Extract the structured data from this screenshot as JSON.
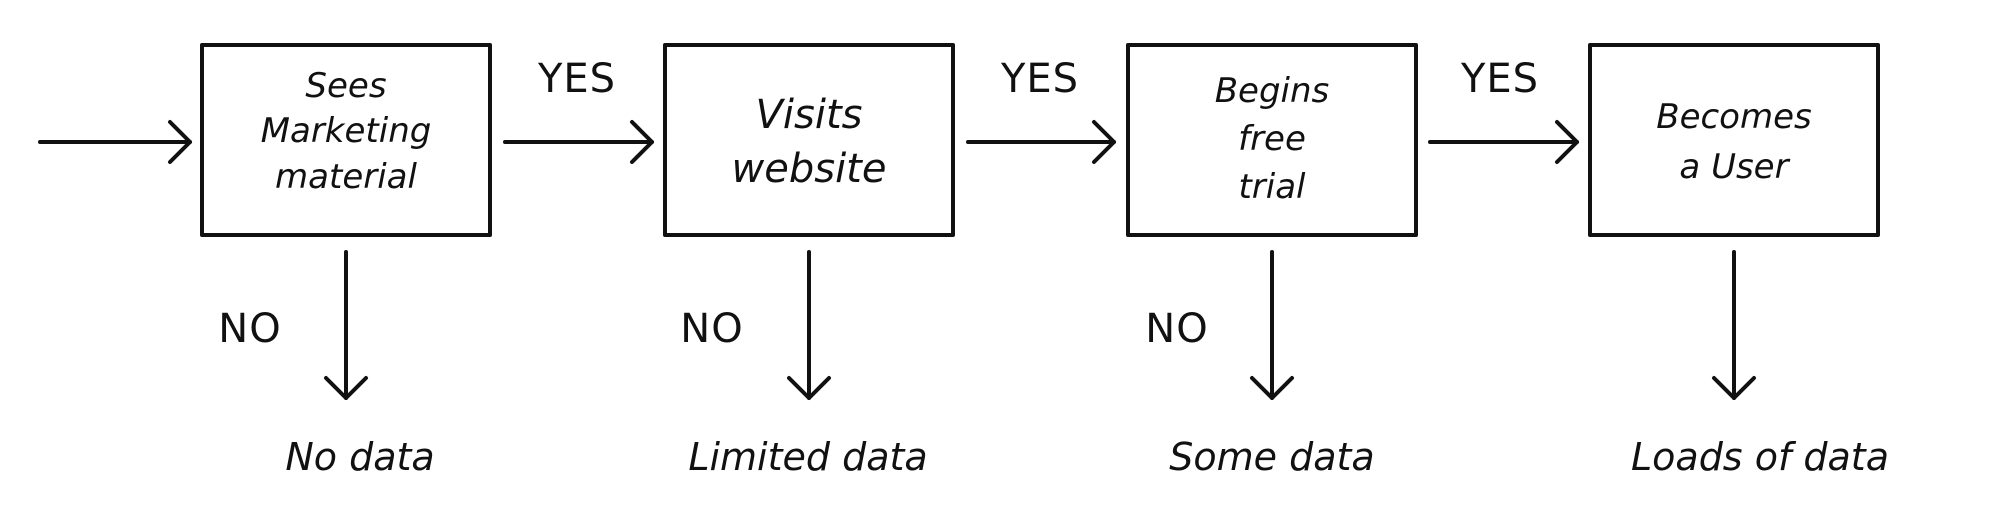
{
  "steps": [
    {
      "lines": [
        "Sees",
        "Marketing",
        "material"
      ]
    },
    {
      "lines": [
        "Visits",
        "website"
      ]
    },
    {
      "lines": [
        "Begins",
        "free",
        "trial"
      ]
    },
    {
      "lines": [
        "Becomes",
        "a User"
      ]
    }
  ],
  "yes_labels": [
    "YES",
    "YES",
    "YES"
  ],
  "no_labels": [
    "NO",
    "NO",
    "NO"
  ],
  "outcomes": [
    "No data",
    "Limited data",
    "Some data",
    "Loads of data"
  ]
}
